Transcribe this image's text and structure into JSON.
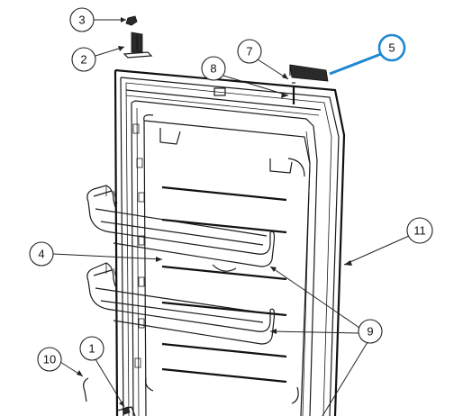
{
  "callouts": {
    "c1": "1",
    "c2": "2",
    "c3": "3",
    "c4": "4",
    "c5": "5",
    "c7": "7",
    "c8": "8",
    "c9": "9",
    "c10": "10",
    "c11": "11"
  },
  "colors": {
    "highlight": "#1e88d0",
    "line": "#1a1a1a"
  }
}
